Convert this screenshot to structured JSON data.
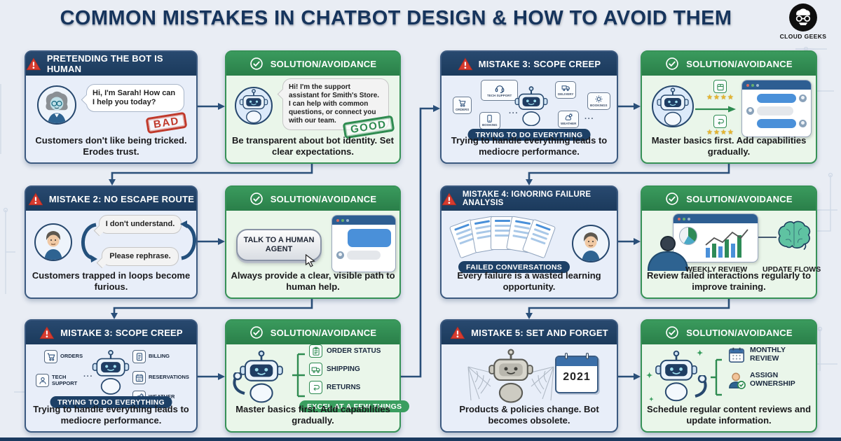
{
  "page": {
    "title": "COMMON MISTAKES IN CHATBOT DESIGN & HOW TO AVOID THEM",
    "brand": "CLOUD GEEKS"
  },
  "colors": {
    "background": "#e9edf4",
    "mistake_header": "#1e3a5f",
    "mistake_body": "#e8eef9",
    "solution_header": "#2e8b50",
    "solution_body": "#eaf6ea",
    "warning_red": "#d63b2f",
    "bad_stamp": "#c0392b",
    "good_stamp": "#2e8b50",
    "connector_navy": "#2a4f79",
    "star_gold": "#e7b52c"
  },
  "icons": {
    "stars": "★★★★",
    "dots": "···",
    "sparkle": "✦"
  },
  "cards": {
    "m1": {
      "header": "PRETENDING THE BOT IS HUMAN",
      "bubble": "Hi, I'm Sarah! How can I help you today?",
      "stamp": "BAD",
      "caption": "Customers don't like being tricked. Erodes trust."
    },
    "s1": {
      "header": "SOLUTION/AVOIDANCE",
      "bubble": "Hi! I'm the support assistant for Smith's Store. I can help with common questions, or connect you with our team.",
      "stamp": "GOOD",
      "caption": "Be transparent about bot identity. Set clear expectations."
    },
    "m3a": {
      "header": "MISTAKE 3: SCOPE CREEP",
      "tags": [
        "ORDERS",
        "TECH SUPPORT",
        "BOOKING",
        "DELIVERY",
        "BOOKINGS",
        "WEATHER"
      ],
      "badge": "TRYING TO DO EVERYTHING",
      "caption": "Trying to handle everything leads to mediocre performance."
    },
    "s3a": {
      "header": "SOLUTION/AVOIDANCE",
      "caption": "Master basics first. Add capabilities gradually."
    },
    "m2": {
      "header": "MISTAKE 2: NO ESCAPE ROUTE",
      "bubble1": "I don't understand.",
      "bubble2": "Please rephrase.",
      "caption": "Customers trapped in loops become furious."
    },
    "s2": {
      "header": "SOLUTION/AVOIDANCE",
      "button": "TALK TO A HUMAN AGENT",
      "caption": "Always provide a clear, visible path to human help."
    },
    "m4": {
      "header": "MISTAKE 4: IGNORING FAILURE ANALYSIS",
      "badge": "FAILED CONVERSATIONS",
      "caption": "Every failure is a wasted learning opportunity."
    },
    "s4": {
      "header": "SOLUTION/AVOIDANCE",
      "labels": [
        "WEEKLY REVIEW",
        "UPDATE FLOWS"
      ],
      "caption": "Review failed interactions regularly to improve training."
    },
    "m3b": {
      "header": "MISTAKE 3: SCOPE CREEP",
      "tags": [
        "ORDERS",
        "BILLING",
        "TECH SUPPORT",
        "RESERVATIONS",
        "WEATHER"
      ],
      "badge": "TRYING TO DO EVERYTHING",
      "caption": "Trying to handle everything leads to mediocre performance."
    },
    "s3b": {
      "header": "SOLUTION/AVOIDANCE",
      "items": [
        "ORDER STATUS",
        "SHIPPING",
        "RETURNS"
      ],
      "badge": "EXCEL AT A FEW THINGS",
      "caption": "Master basics first. Add capabilities gradually."
    },
    "m5": {
      "header": "MISTAKE 5: SET AND FORGET",
      "year": "2021",
      "caption": "Products & policies change. Bot becomes obsolete."
    },
    "s5": {
      "header": "SOLUTION/AVOIDANCE",
      "items": [
        "MONTHLY REVIEW",
        "ASSIGN OWNERSHIP"
      ],
      "caption": "Schedule regular content reviews and update information."
    }
  }
}
